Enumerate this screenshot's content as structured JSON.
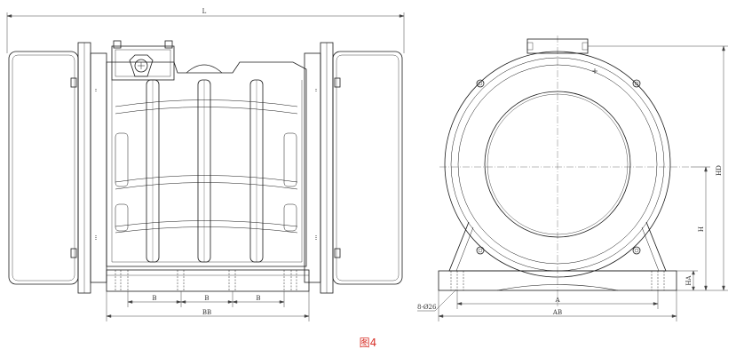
{
  "figure": {
    "caption": "图4",
    "caption_color": "#d8342c",
    "line_color": "#1a1a1a"
  },
  "side_view": {
    "dim_overall_length": "L",
    "dim_bolt_spacing": [
      "B",
      "B",
      "B"
    ],
    "dim_base_length": "BB"
  },
  "front_view": {
    "dim_foot_width": "A",
    "dim_base_width": "AB",
    "dim_overall_height": "HD",
    "dim_center_height": "H",
    "dim_base_height": "HA",
    "hole_callout": "8-Ø26"
  }
}
